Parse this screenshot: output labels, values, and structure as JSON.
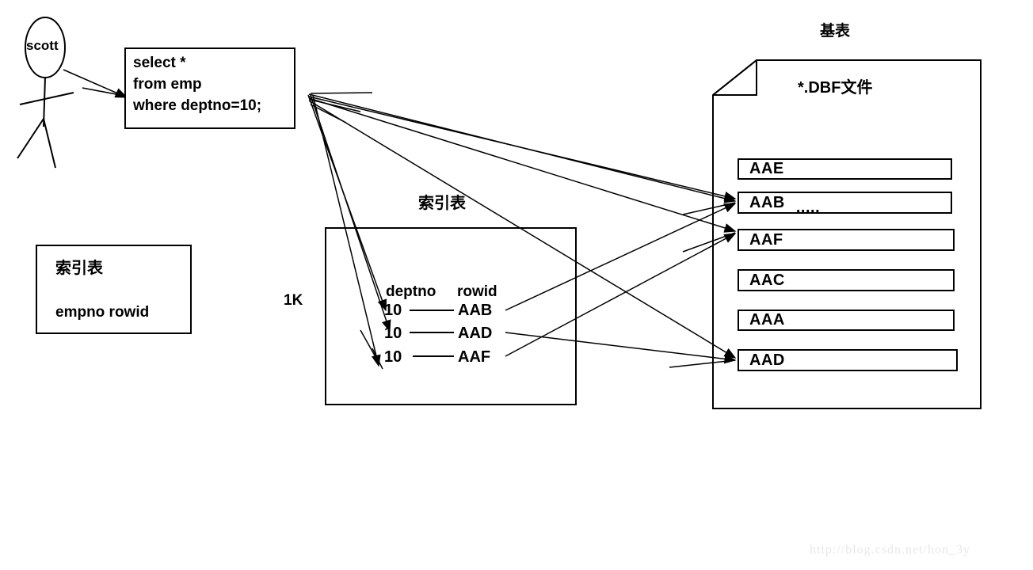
{
  "actor": {
    "name": "scott",
    "shape": "stick-figure"
  },
  "query": {
    "line1": "select *",
    "line2": "from emp",
    "line3": "where deptno=10;"
  },
  "legend": {
    "title": "索引表",
    "columns": "empno rowid"
  },
  "index_table": {
    "title": "索引表",
    "block_size": "1K",
    "headers": [
      "deptno",
      "rowid"
    ],
    "rows": [
      {
        "deptno": "10",
        "rowid": "AAB"
      },
      {
        "deptno": "10",
        "rowid": "AAD"
      },
      {
        "deptno": "10",
        "rowid": "AAF"
      }
    ]
  },
  "base_table": {
    "title": "基表",
    "file_label": "*.DBF文件",
    "rows": [
      {
        "label": "AAE",
        "trailing": ""
      },
      {
        "label": "AAB",
        "trailing": "....."
      },
      {
        "label": "AAF",
        "trailing": ""
      },
      {
        "label": "AAC",
        "trailing": ""
      },
      {
        "label": "AAA",
        "trailing": ""
      },
      {
        "label": "AAD",
        "trailing": ""
      }
    ]
  },
  "watermark": {
    "text": "http://blog.csdn.net/hon_3y"
  },
  "colors": {
    "stroke": "#000000",
    "background": "#ffffff",
    "watermark": "#e8e8e8"
  }
}
